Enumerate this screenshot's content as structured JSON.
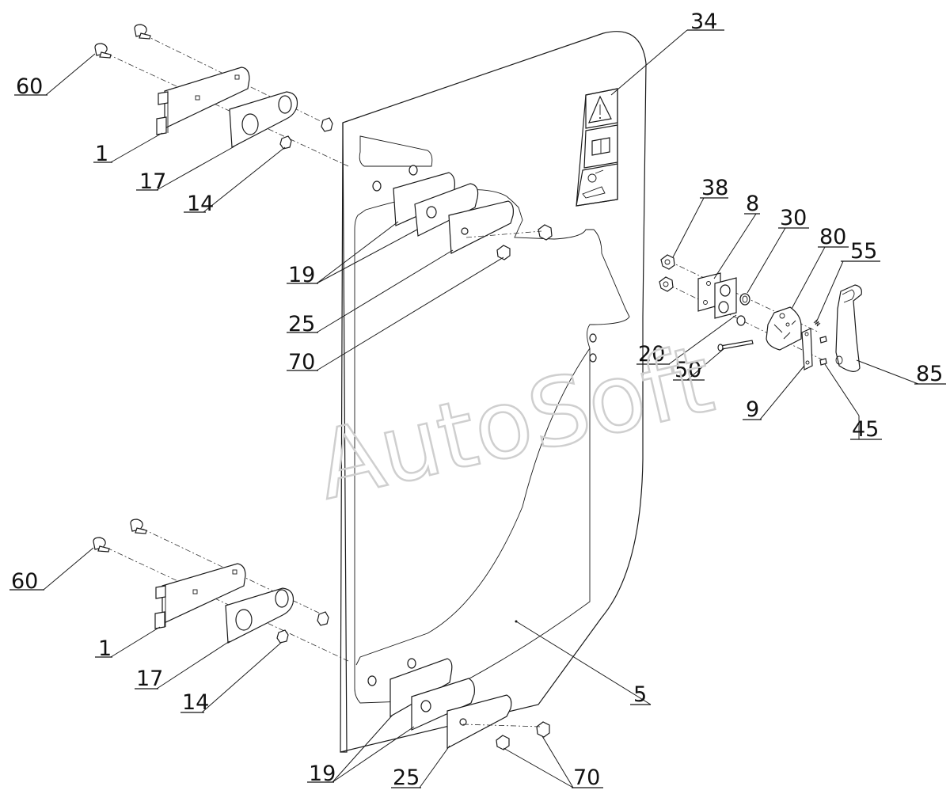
{
  "watermark": "AutoSoft",
  "labels": {
    "l34": "34",
    "l60a": "60",
    "l1a": "1",
    "l17a": "17",
    "l14a": "14",
    "l19a": "19",
    "l25a": "25",
    "l70a": "70",
    "l38": "38",
    "l8": "8",
    "l30": "30",
    "l80": "80",
    "l55": "55",
    "l20": "20",
    "l50": "50",
    "l9": "9",
    "l45": "45",
    "l85": "85",
    "l60b": "60",
    "l1b": "1",
    "l17b": "17",
    "l14b": "14",
    "l5": "5",
    "l19b": "19",
    "l25b": "25",
    "l70b": "70"
  }
}
